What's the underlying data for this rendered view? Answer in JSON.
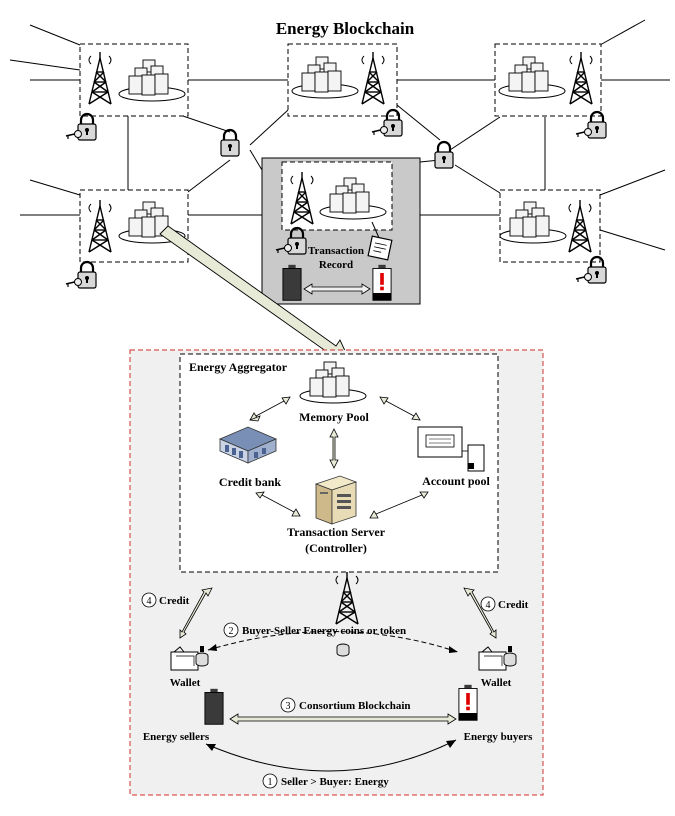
{
  "title": "Energy Blockchain",
  "transaction_record": [
    "Transaction",
    "Record"
  ],
  "aggregator": {
    "title": "Energy Aggregator",
    "memory_pool": "Memory Pool",
    "credit_bank": "Credit bank",
    "account_pool": "Account pool",
    "server": [
      "Transaction Server",
      "(Controller)"
    ]
  },
  "flows": {
    "credit_left": {
      "num": "4",
      "label": "Credit"
    },
    "credit_right": {
      "num": "4",
      "label": "Credit"
    },
    "coins": {
      "num": "2",
      "label": "Buyer-Seller Energy coins or token"
    },
    "consortium": {
      "num": "3",
      "label": "Consortium Blockchain"
    },
    "energy": {
      "num": "1",
      "label": "Seller > Buyer: Energy"
    }
  },
  "wallet_left": "Wallet",
  "wallet_right": "Wallet",
  "sellers": "Energy sellers",
  "buyers": "Energy buyers",
  "icons": {
    "tower": "radio-tower-icon",
    "servers": "server-stack-icon",
    "lock": "padlock-key-icon",
    "battery_full": "battery-full-icon",
    "battery_low": "battery-low-alert-icon",
    "bank": "bank-building-icon",
    "monitor": "monitor-icon",
    "wallet": "wallet-icon",
    "coin": "coin-icon",
    "document": "document-icon",
    "pc_server": "pc-server-icon"
  },
  "colors": {
    "outer_border": "#d9534f",
    "panel_bg": "#f0f0f0",
    "arrow_fill": "#e6ead6",
    "alert_red": "#e00000",
    "battery_dark": "#3a3a3a"
  }
}
